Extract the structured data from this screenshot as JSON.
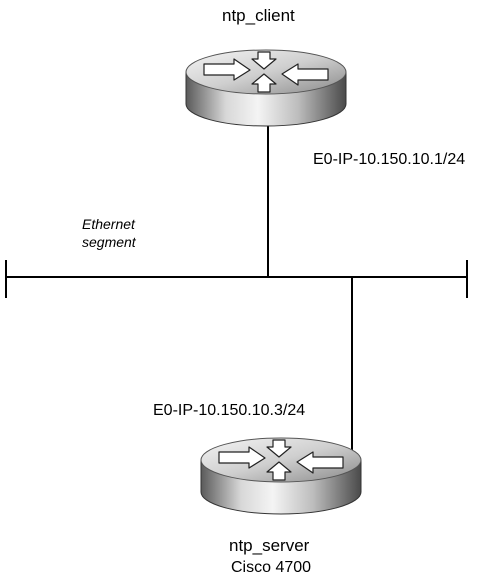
{
  "routers": {
    "client": {
      "name": "ntp_client",
      "icon": "router-icon"
    },
    "server": {
      "name": "ntp_server",
      "model": "Cisco 4700",
      "icon": "router-icon"
    }
  },
  "interfaces": {
    "client_ip": "E0-IP-10.150.10.1/24",
    "server_ip": "E0-IP-10.150.10.3/24"
  },
  "segment": {
    "line1": "Ethernet",
    "line2": "segment"
  },
  "colors": {
    "line": "#000000",
    "router_light": "#f2f2f2",
    "router_mid": "#a8a8a8",
    "router_dark": "#4a4a4a"
  }
}
